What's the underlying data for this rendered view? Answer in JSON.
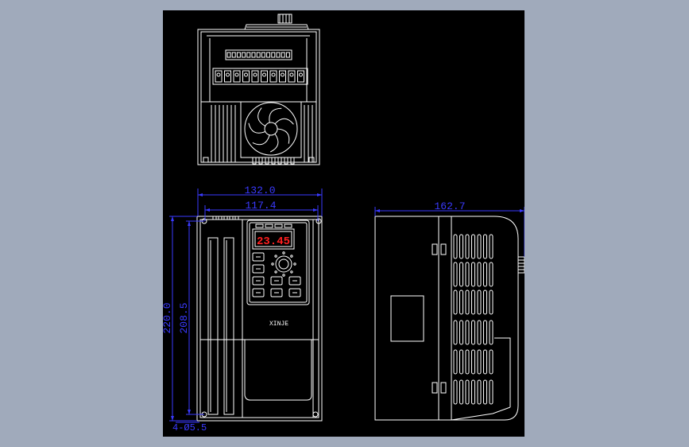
{
  "colors": {
    "background": "#a0aabb",
    "canvas": "#000000",
    "outline": "#ffffff",
    "dimension": "#3a3aff",
    "display": "#ff2020"
  },
  "dimensions": {
    "total_width": "132.0",
    "mount_width": "117.4",
    "total_height": "220.0",
    "mount_height": "208.5",
    "depth": "162.7",
    "hole": "4-Ø5.5"
  },
  "keypad": {
    "display_value": "23.45",
    "brand": "XINJE"
  }
}
